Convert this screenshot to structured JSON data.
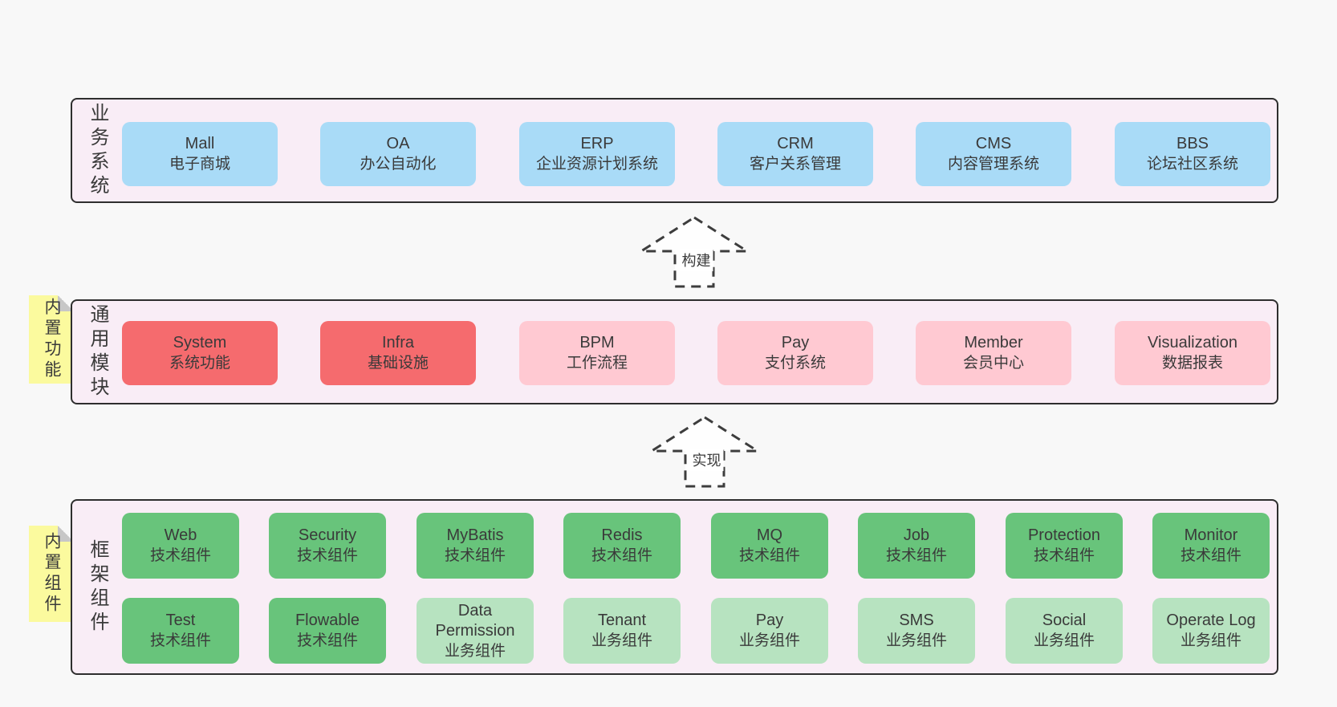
{
  "palette": {
    "background": "#f8f8f8",
    "layer_background": "#f9edf6",
    "layer_border": "#2e2e2e",
    "blue_box": "#a9dbf7",
    "red_box": "#f56b6e",
    "pink_box": "#ffc9d2",
    "green_box": "#68c47b",
    "light_green_box": "#b7e3c0",
    "sticky_note": "#fbfa9e",
    "sticky_fold": "#c7c7c7",
    "text": "#3a3a3a"
  },
  "arrows": [
    {
      "label": "构建"
    },
    {
      "label": "实现"
    }
  ],
  "layers": [
    {
      "label": "业务系统",
      "items": [
        {
          "en": "Mall",
          "cn": "电子商城"
        },
        {
          "en": "OA",
          "cn": "办公自动化"
        },
        {
          "en": "ERP",
          "cn": "企业资源计划系统"
        },
        {
          "en": "CRM",
          "cn": "客户关系管理"
        },
        {
          "en": "CMS",
          "cn": "内容管理系统"
        },
        {
          "en": "BBS",
          "cn": "论坛社区系统"
        }
      ]
    },
    {
      "label": "通用模块",
      "sticky": "内置功能",
      "items": [
        {
          "en": "System",
          "cn": "系统功能"
        },
        {
          "en": "Infra",
          "cn": "基础设施"
        },
        {
          "en": "BPM",
          "cn": "工作流程"
        },
        {
          "en": "Pay",
          "cn": "支付系统"
        },
        {
          "en": "Member",
          "cn": "会员中心"
        },
        {
          "en": "Visualization",
          "cn": "数据报表"
        }
      ]
    },
    {
      "label": "框架组件",
      "sticky": "内置组件",
      "rows": [
        [
          {
            "en": "Web",
            "cn": "技术组件"
          },
          {
            "en": "Security",
            "cn": "技术组件"
          },
          {
            "en": "MyBatis",
            "cn": "技术组件"
          },
          {
            "en": "Redis",
            "cn": "技术组件"
          },
          {
            "en": "MQ",
            "cn": "技术组件"
          },
          {
            "en": "Job",
            "cn": "技术组件"
          },
          {
            "en": "Protection",
            "cn": "技术组件"
          },
          {
            "en": "Monitor",
            "cn": "技术组件"
          }
        ],
        [
          {
            "en": "Test",
            "cn": "技术组件"
          },
          {
            "en": "Flowable",
            "cn": "技术组件"
          },
          {
            "en": "Data Permission",
            "cn": "业务组件"
          },
          {
            "en": "Tenant",
            "cn": "业务组件"
          },
          {
            "en": "Pay",
            "cn": "业务组件"
          },
          {
            "en": "SMS",
            "cn": "业务组件"
          },
          {
            "en": "Social",
            "cn": "业务组件"
          },
          {
            "en": "Operate Log",
            "cn": "业务组件"
          }
        ]
      ]
    }
  ]
}
